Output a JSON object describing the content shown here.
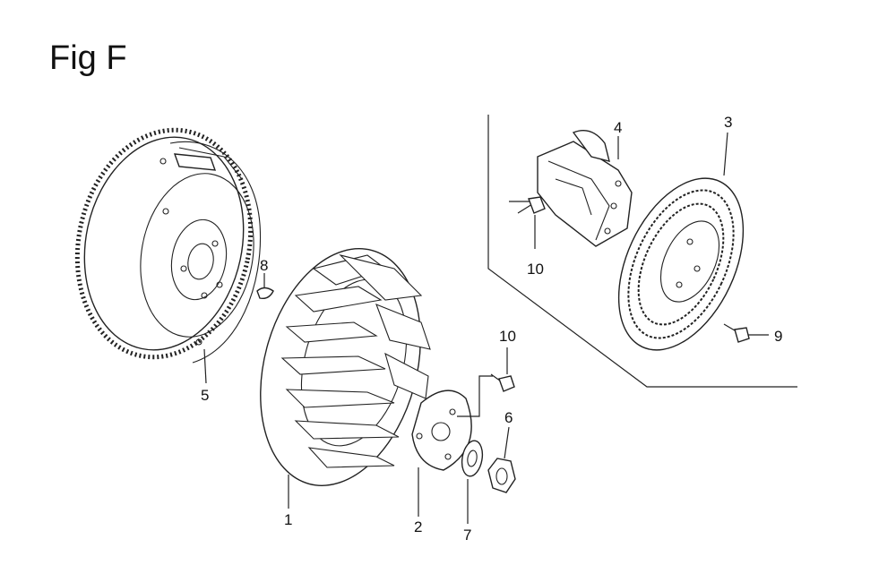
{
  "figure_title": "Fig F",
  "callouts": {
    "c1": "1",
    "c2": "2",
    "c3": "3",
    "c4": "4",
    "c5": "5",
    "c6": "6",
    "c7": "7",
    "c8": "8",
    "c9": "9",
    "c10a": "10",
    "c10b": "10"
  }
}
